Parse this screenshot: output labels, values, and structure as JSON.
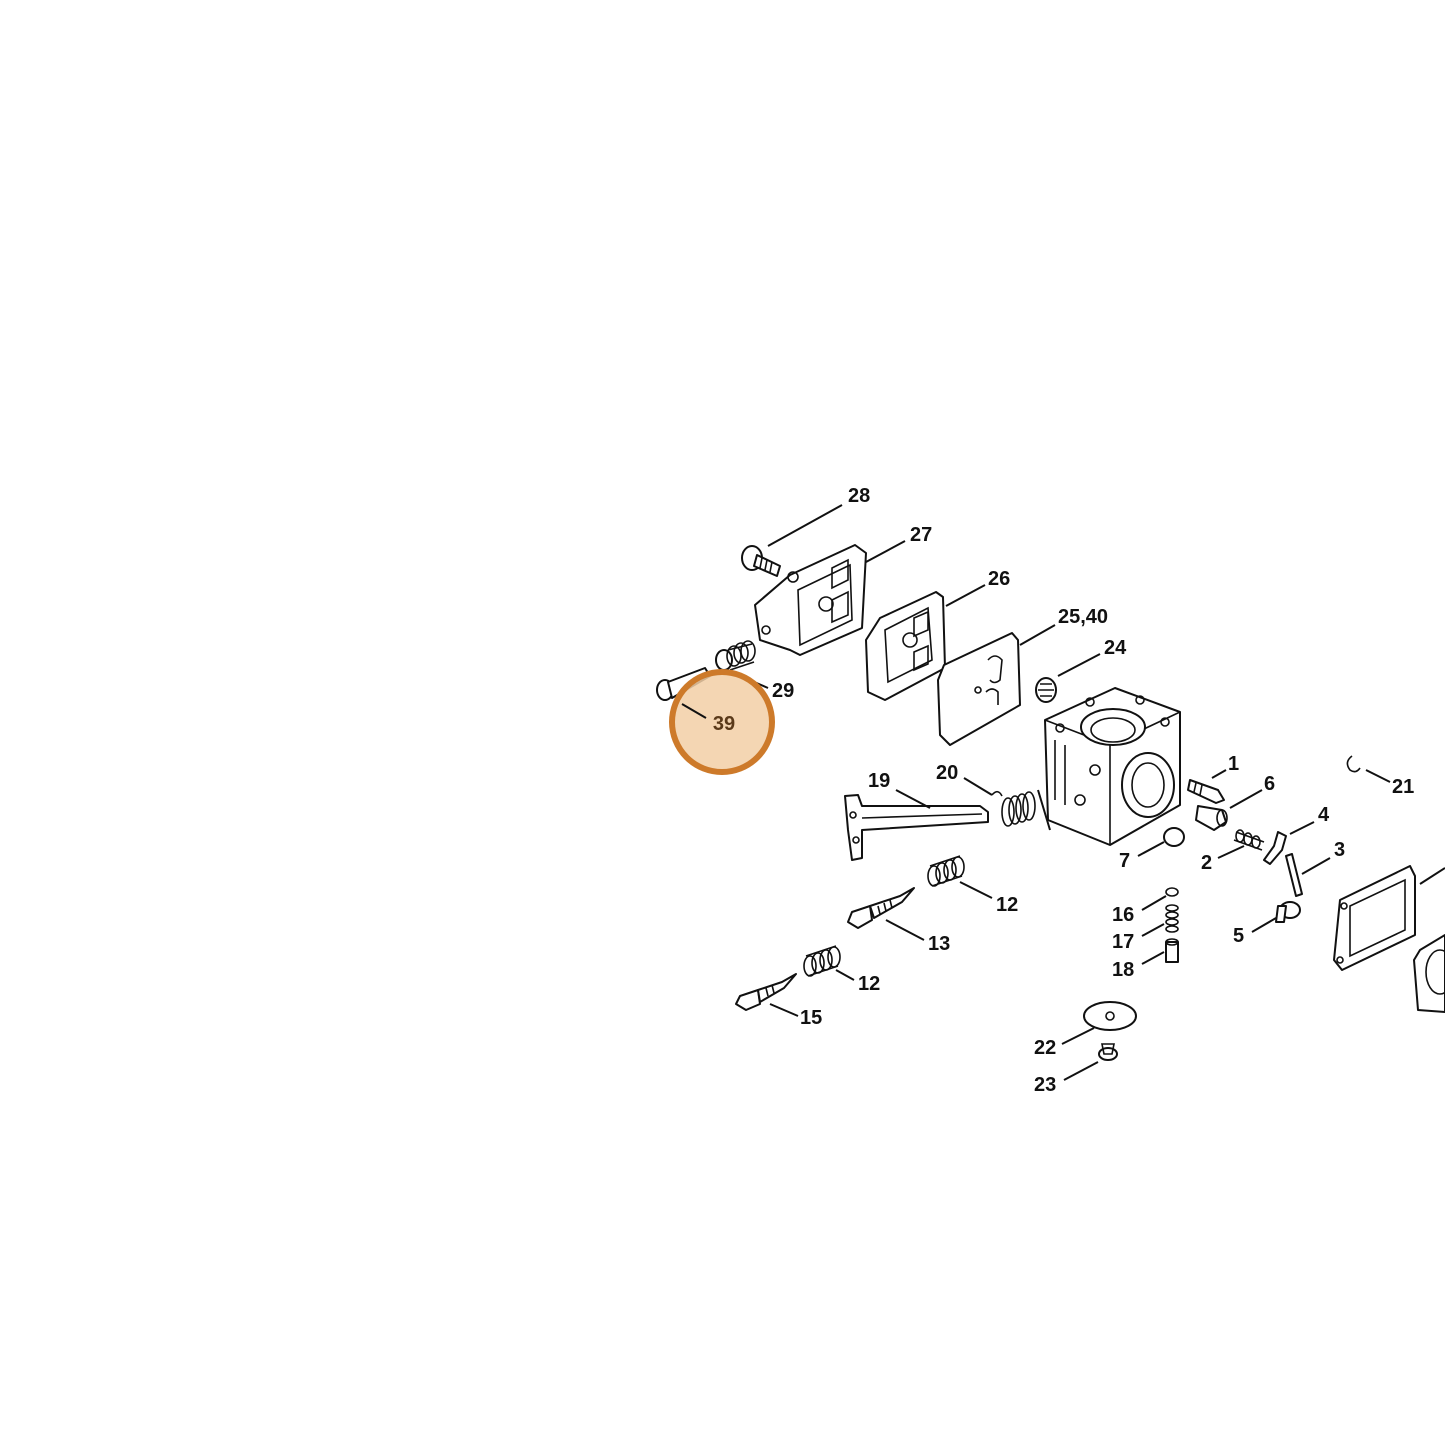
{
  "diagram": {
    "highlight": {
      "label": "39",
      "fill": "#f2cfa6",
      "stroke": "#cd7a2a"
    },
    "labels": {
      "l28": "28",
      "l27": "27",
      "l26": "26",
      "l25_40": "25,40",
      "l24": "24",
      "l29": "29",
      "l19": "19",
      "l20": "20",
      "l1": "1",
      "l6": "6",
      "l21": "21",
      "l4": "4",
      "l3": "3",
      "l2": "2",
      "l7": "7",
      "l12a": "12",
      "l13": "13",
      "l12b": "12",
      "l15": "15",
      "l16": "16",
      "l17": "17",
      "l18": "18",
      "l5": "5",
      "l22": "22",
      "l23": "23"
    }
  }
}
